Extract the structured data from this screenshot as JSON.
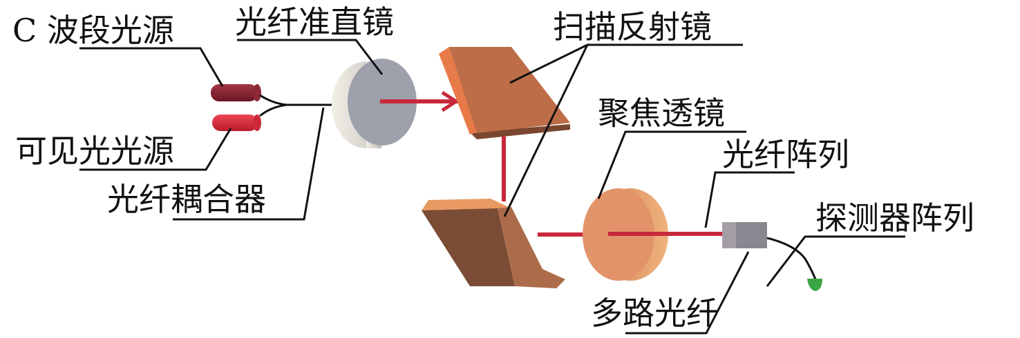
{
  "labels": {
    "c_band_source": "C 波段光源",
    "visible_source": "可见光光源",
    "fiber_coupler": "光纤耦合器",
    "fiber_collimator": "光纤准直镜",
    "scan_mirror": "扫描反射镜",
    "focus_lens": "聚焦透镜",
    "fiber_array": "光纤阵列",
    "detector_array": "探测器阵列",
    "multipath_fiber": "多路光纤"
  },
  "colors": {
    "beam": "#c8283c",
    "c_band_source": "#7e1e2a",
    "visible_source": "#d8283a",
    "collimator": "#9ea1ab",
    "mirror": "#b86c46",
    "lens": "#e3936a",
    "fiber_array": "#8a8790",
    "detector": "#3aa444"
  }
}
